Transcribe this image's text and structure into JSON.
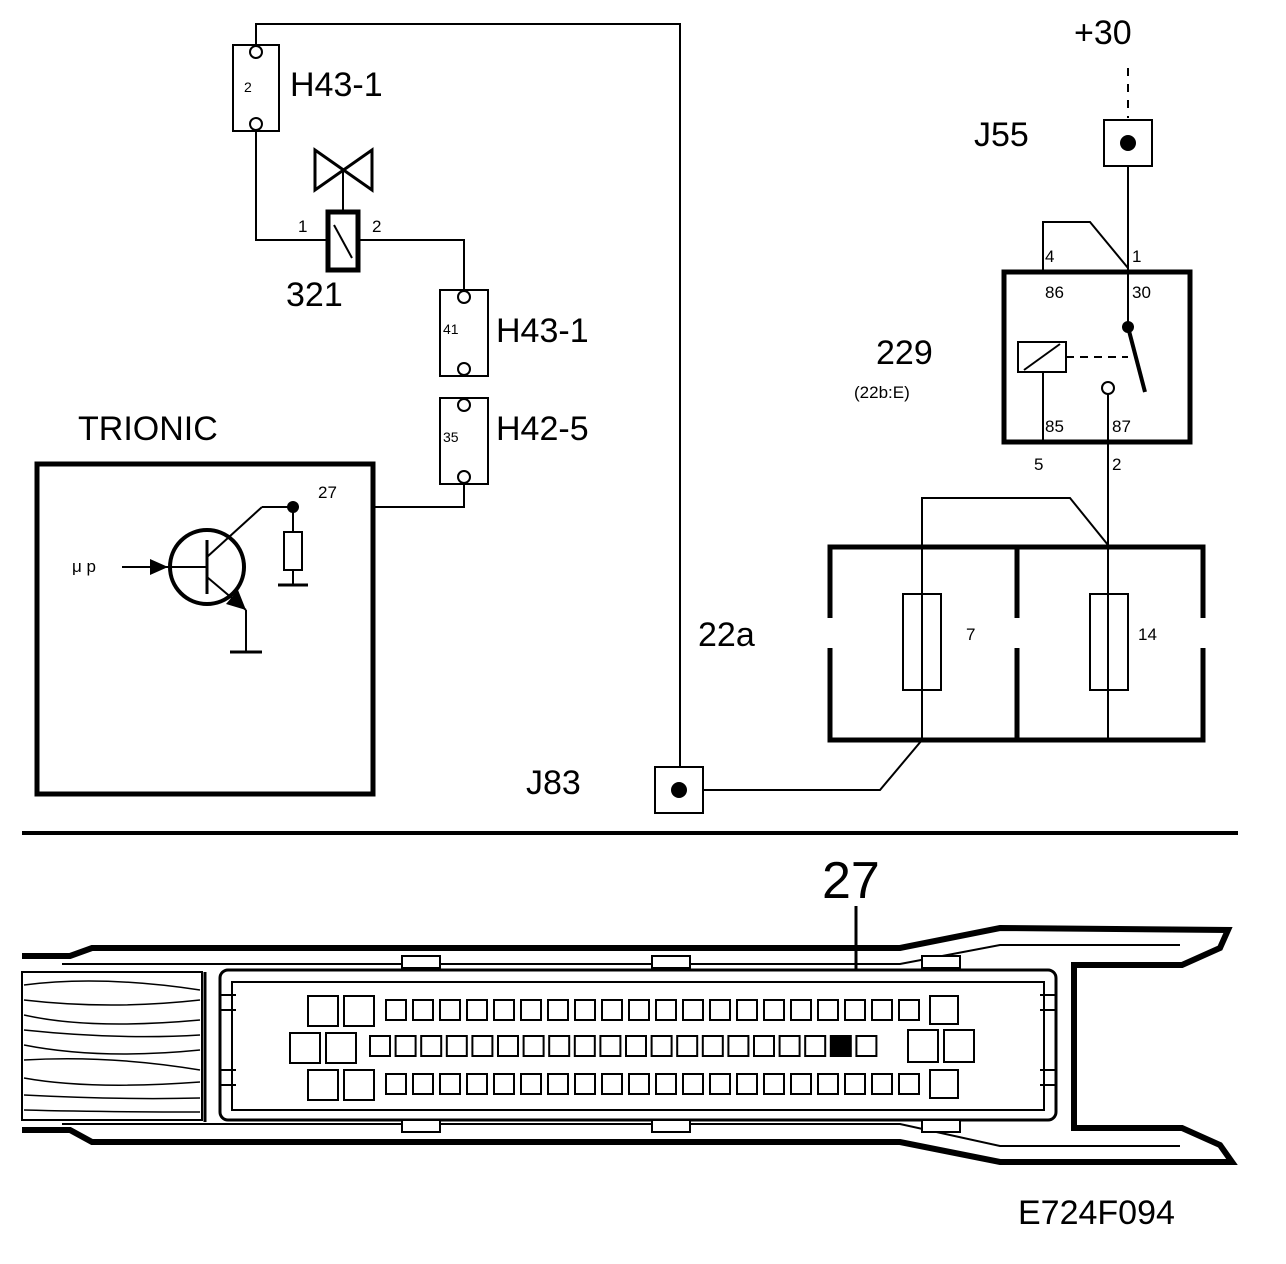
{
  "labels": {
    "plus30": "+30",
    "j55": "J55",
    "j83": "J83",
    "trionic": "TRIONIC",
    "h43_top": "H43-1",
    "h43_mid": "H43-1",
    "h42": "H42-5",
    "c321": "321",
    "relay": "229",
    "relay_ref": "(22b:E)",
    "fusebox": "22a",
    "pin27_big": "27",
    "figure_code": "E724F094",
    "mu_p": "μ p"
  },
  "pins": {
    "h43_top_pin": "2",
    "h43_mid_pin": "41",
    "h42_pin": "35",
    "valve_pin1": "1",
    "valve_pin2": "2",
    "ecu_pin": "27",
    "relay_pin4": "4",
    "relay_pin1": "1",
    "relay_86": "86",
    "relay_30": "30",
    "relay_85": "85",
    "relay_87": "87",
    "relay_pin5": "5",
    "relay_pin2": "2",
    "fuse7": "7",
    "fuse14": "14"
  },
  "colors": {
    "ink": "#000000",
    "paper": "#ffffff",
    "highlight_pin": "#000000"
  }
}
